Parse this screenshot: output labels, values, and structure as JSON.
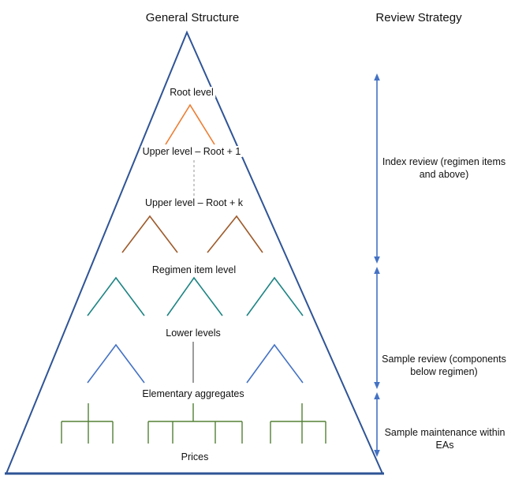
{
  "header": {
    "left_title": "General Structure",
    "right_title": "Review Strategy"
  },
  "pyramid": {
    "levels": [
      {
        "label": "Root level"
      },
      {
        "label": "Upper level – Root + 1"
      },
      {
        "label": "Upper level – Root + k"
      },
      {
        "label": "Regimen item level"
      },
      {
        "label": "Lower levels"
      },
      {
        "label": "Elementary aggregates"
      },
      {
        "label": "Prices"
      }
    ]
  },
  "review_strategy": {
    "annotations": [
      {
        "label": "Index review (regimen items and above)",
        "span": "regimen items and above"
      },
      {
        "label": "Sample review (components below regimen)",
        "span": "components below regimen"
      },
      {
        "label": "Sample maintenance within EAs",
        "span": "within elementary aggregates"
      }
    ]
  },
  "colors": {
    "triangle": "#2F5496",
    "arrow": "#4472C4",
    "caret_orange": "#ED7D31",
    "caret_brown": "#9E5B2B",
    "caret_teal": "#1E8484",
    "caret_blue": "#4472C4",
    "tree_green": "#538135",
    "dashed_gray": "#A6A6A6",
    "line_gray": "#595959"
  }
}
